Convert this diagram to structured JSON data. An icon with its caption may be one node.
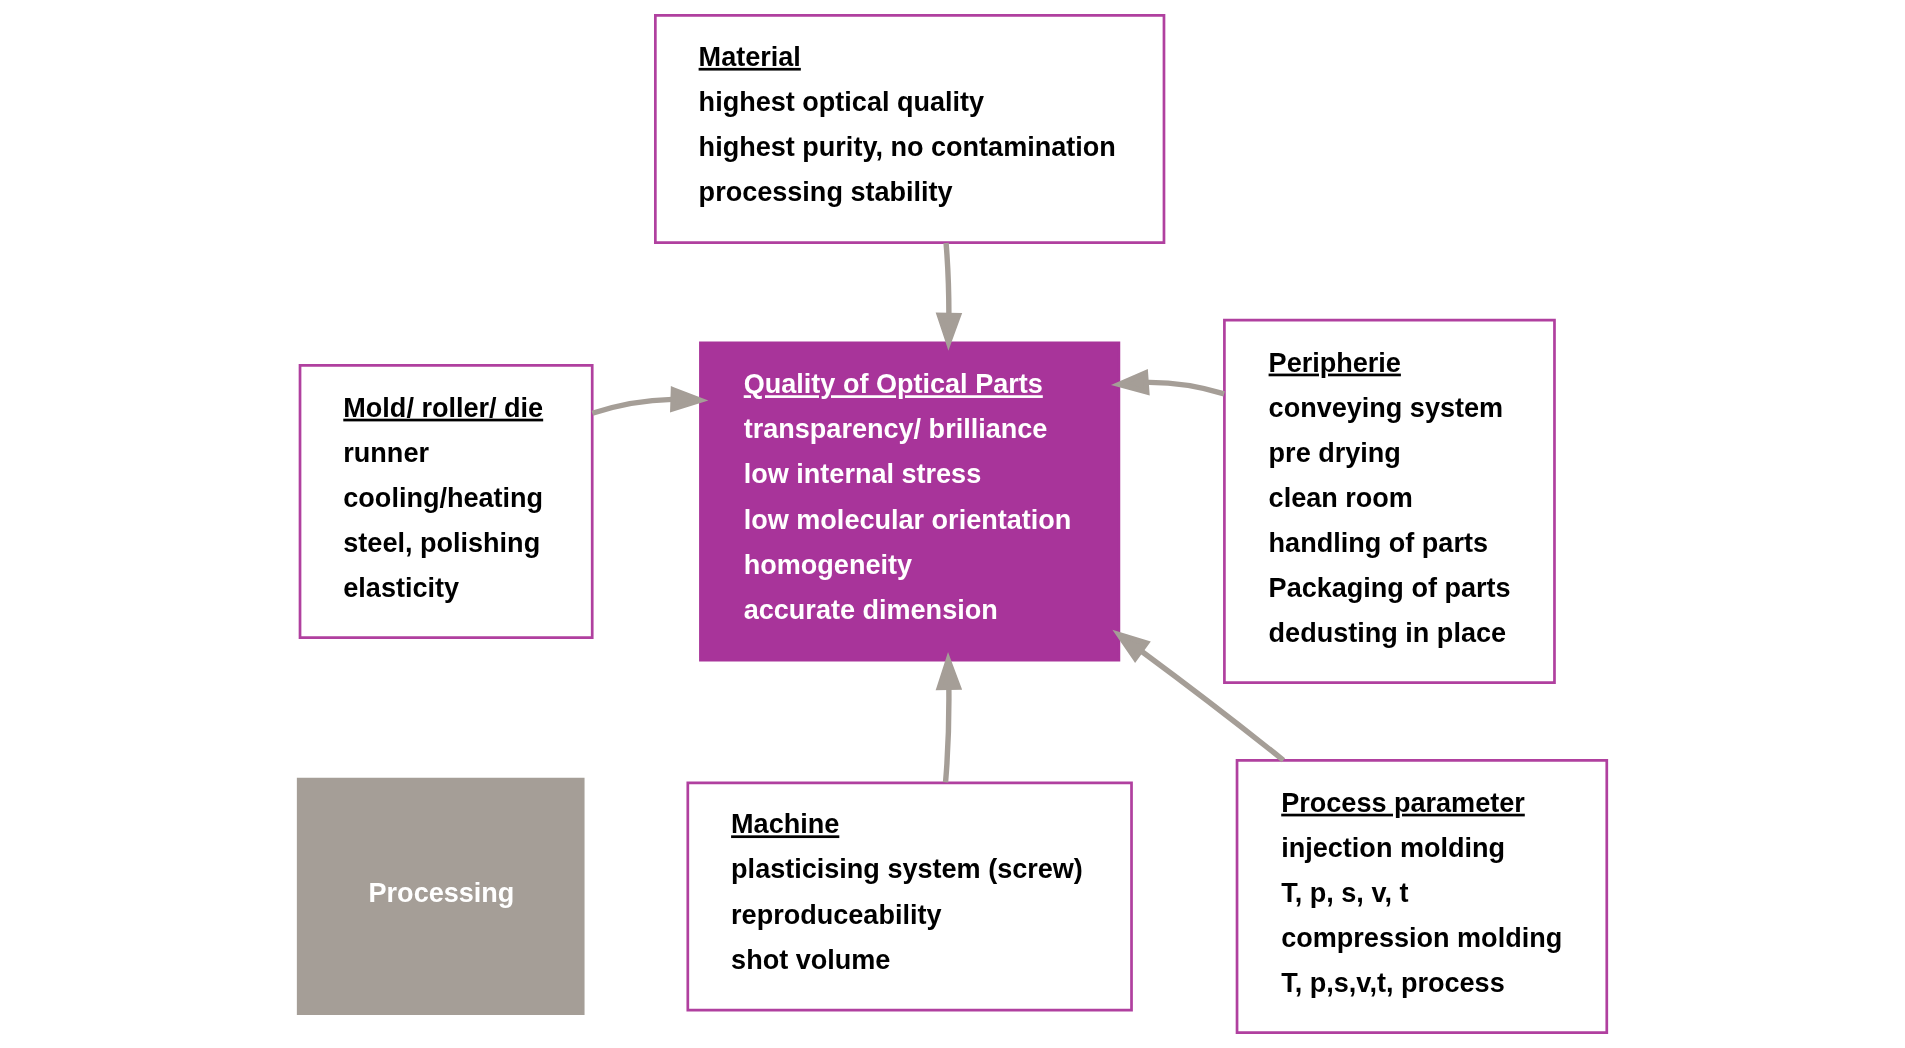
{
  "diagram": {
    "nodes": [
      {
        "text": [
          "Material",
          "highest optical quality",
          "highest purity, no contamination",
          "processing stability"
        ]
      },
      {
        "text": [
          "Mold/ roller/ die",
          "runner",
          "cooling/heating",
          "steel, polishing",
          "elasticity"
        ]
      },
      {
        "text": [
          "Quality of Optical Parts",
          "transparency/ brilliance",
          "low internal stress",
          "low molecular orientation",
          "homogeneity",
          "accurate dimension"
        ]
      },
      {
        "text": [
          "Peripherie",
          "conveying system",
          "pre drying",
          "clean room",
          "handling of parts",
          "Packaging of parts",
          "dedusting in place"
        ]
      },
      {
        "text": [
          "Processing"
        ]
      },
      {
        "text": [
          "Machine",
          "plasticising system (screw)",
          "reproduceability",
          "shot volume"
        ]
      },
      {
        "text": [
          "Process parameter",
          "injection molding",
          "T, p, s, v, t",
          "compression molding",
          "T, p,s,v,t, process"
        ]
      }
    ],
    "edges": [
      {
        "from": 0,
        "to": 2,
        "arrow": "to"
      },
      {
        "from": 1,
        "to": 2,
        "arrow": "to"
      },
      {
        "from": 3,
        "to": 2,
        "arrow": "to"
      },
      {
        "from": 5,
        "to": 2,
        "arrow": "to"
      },
      {
        "from": 6,
        "to": 2,
        "arrow": "to"
      }
    ]
  }
}
